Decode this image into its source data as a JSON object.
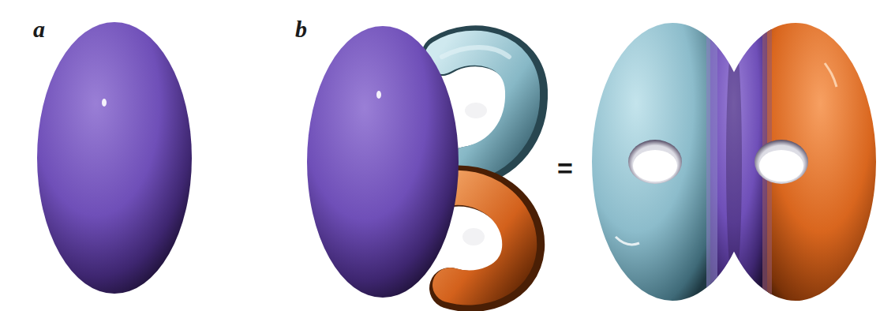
{
  "diagram": {
    "labels": [
      "a",
      "b",
      "="
    ]
  }
}
